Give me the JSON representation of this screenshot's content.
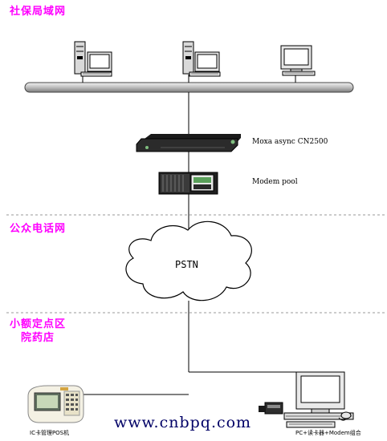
{
  "zones": {
    "lan": "社保局域网",
    "pstn_zone": "公众电话网",
    "terminal_zone_line1": "小额定点区",
    "terminal_zone_line2": "院药店"
  },
  "devices": {
    "moxa": "Moxa async CN2500",
    "modem_pool": "Modem pool",
    "cloud": "PSTN",
    "pos_caption": "IC卡管理POS机",
    "pc_caption": "PC+读卡器+Modem组合"
  },
  "footer": {
    "website": "www.cnbpq.com"
  },
  "colors": {
    "zone_label": "#ff00ff",
    "dashed_separator": "#9a9a9a",
    "website_text": "#000066"
  }
}
